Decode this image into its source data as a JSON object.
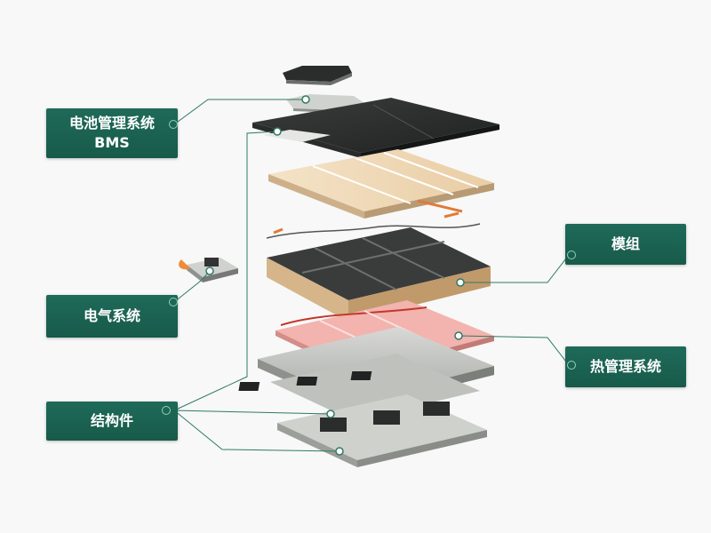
{
  "labels": {
    "bms_line1": "电池管理系统",
    "bms_line2": "BMS",
    "module": "模组",
    "electrical": "电气系统",
    "thermal": "热管理系统",
    "structural": "结构件"
  },
  "colors": {
    "label_bg": "#1f6a59",
    "leader_line": "#2f7a66",
    "background": "#f7f8f7"
  }
}
